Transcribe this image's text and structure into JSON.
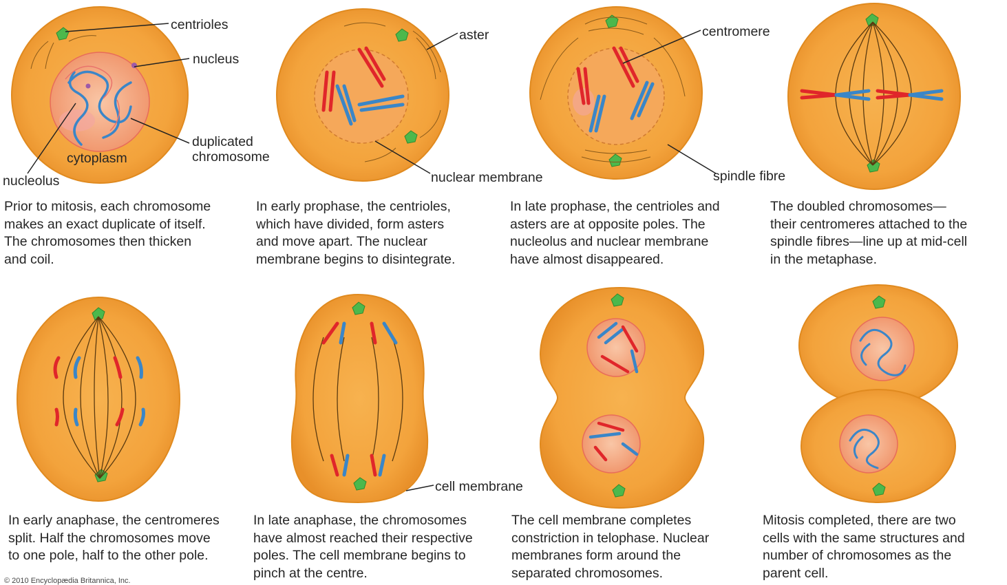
{
  "colors": {
    "cell_fill": "#f4a53e",
    "cell_edge": "#e08a1f",
    "nucleus_fill": "#f7b48a",
    "chromosome_red": "#e0262a",
    "chromosome_blue": "#3a86c8",
    "centriole_green": "#4cb84c",
    "line": "#222222"
  },
  "labels": {
    "centrioles": "centrioles",
    "nucleus": "nucleus",
    "cytoplasm": "cytoplasm",
    "nucleolus": "nucleolus",
    "duplicated_chromosome": "duplicated\nchromosome",
    "aster": "aster",
    "nuclear_membrane": "nuclear membrane",
    "centromere": "centromere",
    "spindle_fibre": "spindle fibre",
    "cell_membrane": "cell membrane"
  },
  "stages": [
    {
      "id": "interphase",
      "caption": "Prior to mitosis, each chromosome\nmakes an exact duplicate of itself.\nThe chromosomes then thicken\nand coil."
    },
    {
      "id": "early-prophase",
      "caption": "In early prophase, the centrioles,\nwhich have divided, form asters\nand move apart. The nuclear\nmembrane begins to disintegrate."
    },
    {
      "id": "late-prophase",
      "caption": "In late prophase, the centrioles and\nasters are at opposite poles. The\nnucleolus and nuclear membrane\nhave almost disappeared."
    },
    {
      "id": "metaphase",
      "caption": "The doubled chromosomes—\ntheir centromeres attached to the\nspindle fibres—line up at mid-cell\nin the metaphase."
    },
    {
      "id": "early-anaphase",
      "caption": "In early anaphase, the centromeres\nsplit. Half the chromosomes move\nto one pole, half to the other pole."
    },
    {
      "id": "late-anaphase",
      "caption": "In late anaphase, the chromosomes\nhave almost reached their respective\npoles. The cell membrane begins to\npinch at the centre."
    },
    {
      "id": "telophase",
      "caption": "The cell membrane completes\nconstriction in telophase. Nuclear\nmembranes form around the\nseparated chromosomes."
    },
    {
      "id": "completed",
      "caption": "Mitosis completed, there are two\ncells with the same structures and\nnumber of chromosomes as the\nparent cell."
    }
  ],
  "copyright": "© 2010 Encyclopædia Britannica, Inc."
}
